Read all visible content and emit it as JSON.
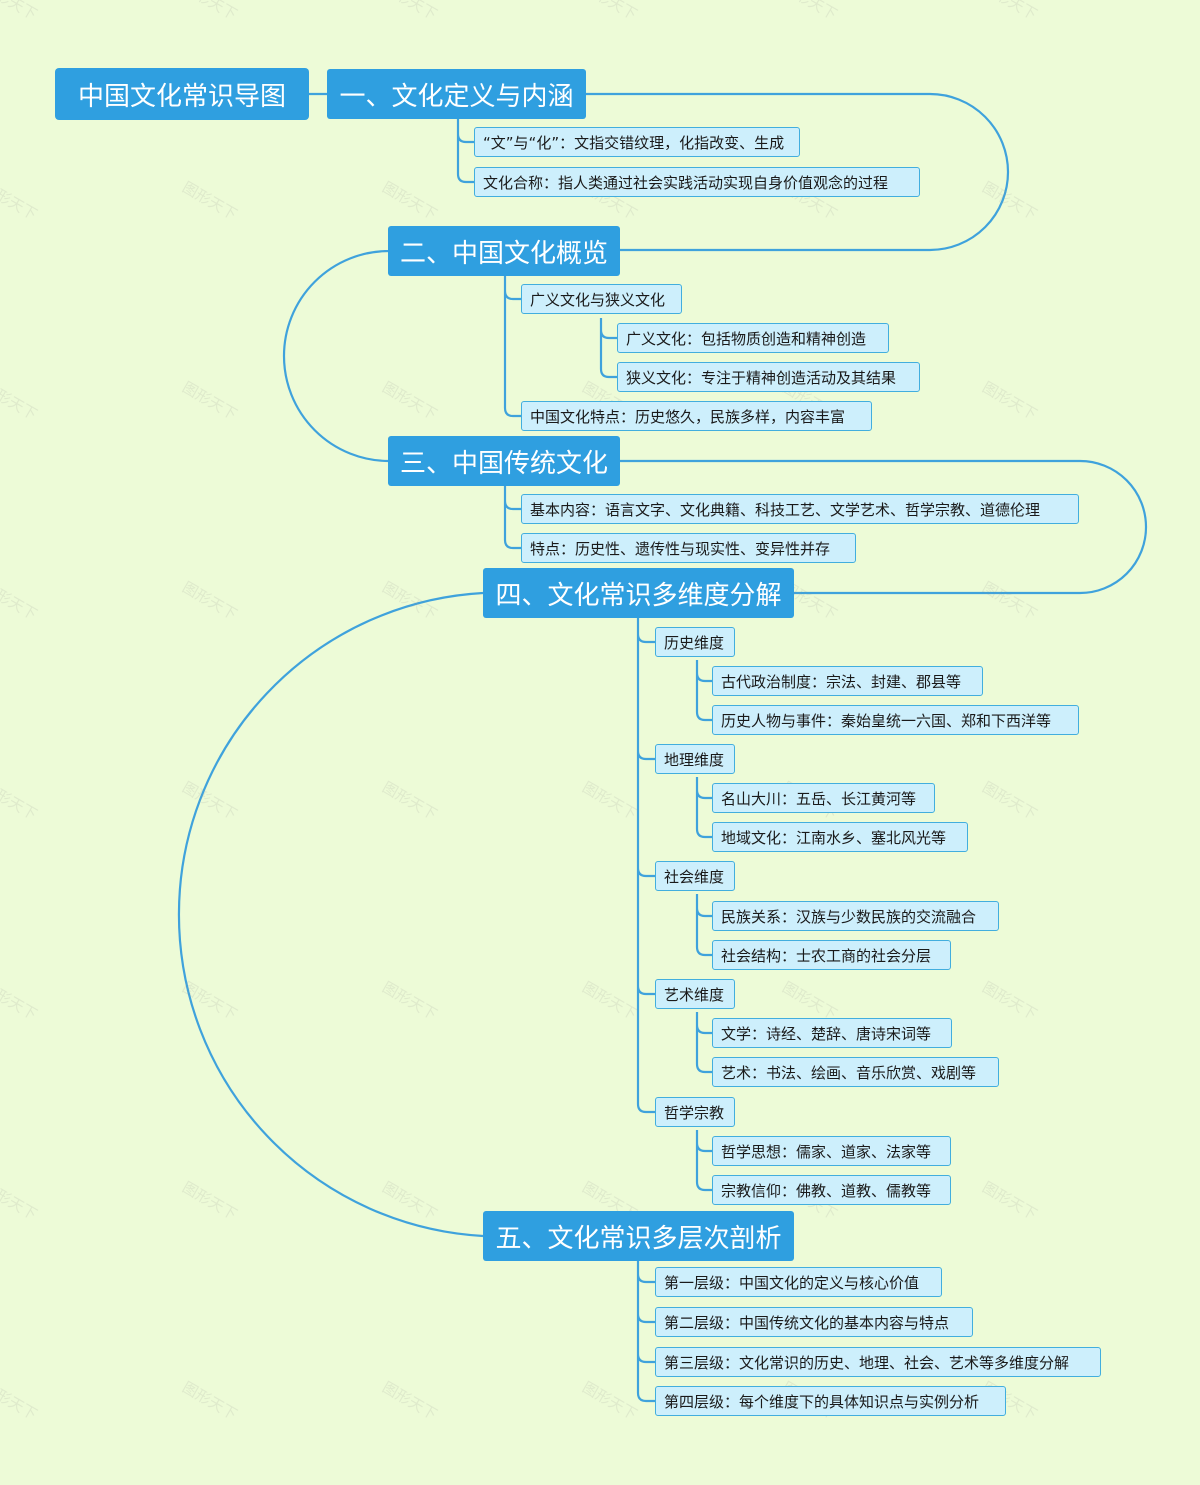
{
  "colors": {
    "background": "#edfbd7",
    "main_node": "#2f9fe0",
    "sub_node": "#cdeffc",
    "line": "#3fa2dc"
  },
  "watermark": "图形天下",
  "root": {
    "label": "中国文化常识导图"
  },
  "sections": [
    {
      "label": "一、文化定义与内涵",
      "children": [
        {
          "label": "“文”与“化”：文指交错纹理，化指改变、生成"
        },
        {
          "label": "文化合称：指人类通过社会实践活动实现自身价值观念的过程"
        }
      ]
    },
    {
      "label": "二、中国文化概览",
      "children": [
        {
          "label": "广义文化与狭义文化",
          "children": [
            {
              "label": "广义文化：包括物质创造和精神创造"
            },
            {
              "label": "狭义文化：专注于精神创造活动及其结果"
            }
          ]
        },
        {
          "label": "中国文化特点：历史悠久，民族多样，内容丰富"
        }
      ]
    },
    {
      "label": "三、中国传统文化",
      "children": [
        {
          "label": "基本内容：语言文字、文化典籍、科技工艺、文学艺术、哲学宗教、道德伦理"
        },
        {
          "label": "特点：历史性、遗传性与现实性、变异性并存"
        }
      ]
    },
    {
      "label": "四、文化常识多维度分解",
      "children": [
        {
          "label": "历史维度",
          "children": [
            {
              "label": "古代政治制度：宗法、封建、郡县等"
            },
            {
              "label": "历史人物与事件：秦始皇统一六国、郑和下西洋等"
            }
          ]
        },
        {
          "label": "地理维度",
          "children": [
            {
              "label": "名山大川：五岳、长江黄河等"
            },
            {
              "label": "地域文化：江南水乡、塞北风光等"
            }
          ]
        },
        {
          "label": "社会维度",
          "children": [
            {
              "label": "民族关系：汉族与少数民族的交流融合"
            },
            {
              "label": "社会结构：士农工商的社会分层"
            }
          ]
        },
        {
          "label": "艺术维度",
          "children": [
            {
              "label": "文学：诗经、楚辞、唐诗宋词等"
            },
            {
              "label": "艺术：书法、绘画、音乐欣赏、戏剧等"
            }
          ]
        },
        {
          "label": "哲学宗教",
          "children": [
            {
              "label": "哲学思想：儒家、道家、法家等"
            },
            {
              "label": "宗教信仰：佛教、道教、儒教等"
            }
          ]
        }
      ]
    },
    {
      "label": "五、文化常识多层次剖析",
      "children": [
        {
          "label": "第一层级：中国文化的定义与核心价值"
        },
        {
          "label": "第二层级：中国传统文化的基本内容与特点"
        },
        {
          "label": "第三层级：文化常识的历史、地理、社会、艺术等多维度分解"
        },
        {
          "label": "第四层级：每个维度下的具体知识点与实例分析"
        }
      ]
    }
  ]
}
